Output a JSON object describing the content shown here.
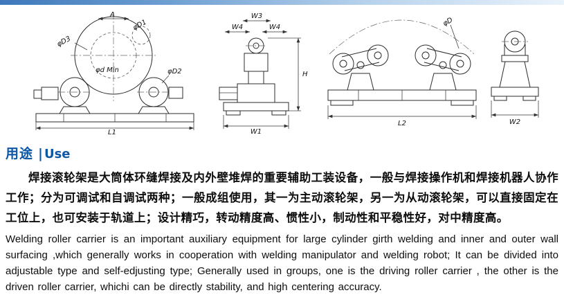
{
  "topbar": {
    "gradient_from": "#3d78bb",
    "gradient_to": "#eaf3fb"
  },
  "drawings": {
    "left": {
      "A": "A",
      "D3": "φD3",
      "dMin": "φd Min",
      "D1": "φD1",
      "D2": "φD2",
      "L1": "L1"
    },
    "middle": {
      "W3": "W3",
      "W4a": "W4",
      "W4b": "W4",
      "H": "H",
      "W1": "W1"
    },
    "right": {
      "D": "φD",
      "L2": "L2"
    },
    "side": {
      "W2": "W2"
    }
  },
  "use_section": {
    "heading_color": "#0d57a6",
    "heading_zh": "用途",
    "heading_divider": "|",
    "heading_en": "Use",
    "text_zh": "焊接滚轮架是大筒体环缝焊接及内外壁堆焊的重要辅助工装设备，一般与焊接操作机和焊接机器人协作工作；分为可调试和自调试两种；一般成组使用，其一为主动滚轮架，另一为从动滚轮架，可以直接固定在工位上，也可安装于轨道上；设计精巧，转动精度高、惯性小，制动性和平稳性好，对中精度高。",
    "text_en": "Welding roller carrier is an important auxiliary equipment for large cylinder girth welding and inner and outer wall surfacing ,which generally works in cooperation with welding manipulator and welding robot; It can be divided into adjustable type and self-edjusting type; Generally used in groups, one is the driving roller carrier , the other is the driven roller carrier, whichi can be directly stability, and high centering accuracy."
  }
}
